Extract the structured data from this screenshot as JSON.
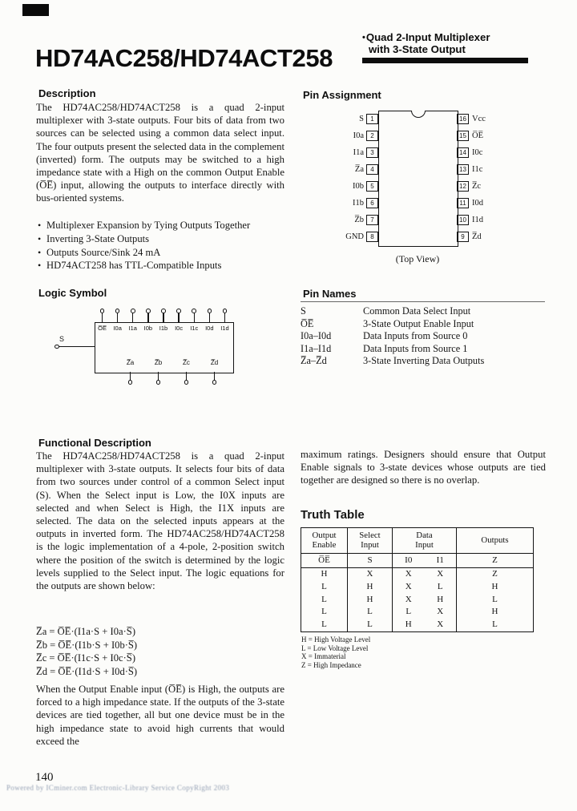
{
  "header": {
    "title": "HD74AC258/HD74ACT258",
    "bullet": "•",
    "subtitle_line1": "Quad 2-Input Multiplexer",
    "subtitle_line2": "with 3-State Output"
  },
  "description": {
    "heading": "Description",
    "body": "The HD74AC258/HD74ACT258 is a quad 2-input multiplexer with 3-state outputs.  Four bits of data from two sources can be selected using a common data select input.  The four outputs present the selected data in the complement (inverted) form.  The outputs may be switched to a high impedance state with a High on the common Output Enable (O̅E̅) input, allowing the outputs to interface directly with bus-oriented systems.",
    "bullets": [
      "Multiplexer Expansion by Tying Outputs Together",
      "Inverting 3-State Outputs",
      "Outputs Source/Sink 24 mA",
      "HD74ACT258 has TTL-Compatible Inputs"
    ]
  },
  "logic_symbol": {
    "heading": "Logic Symbol",
    "select_label": "S",
    "top_pins": [
      "O̅E̅",
      "I0a",
      "I1a",
      "I0b",
      "I1b",
      "I0c",
      "I1c",
      "I0d",
      "I1d"
    ],
    "outputs": [
      "Z̅a",
      "Z̅b",
      "Z̅c",
      "Z̅d"
    ]
  },
  "pin_assignment": {
    "heading": "Pin Assignment",
    "caption": "(Top View)",
    "left_pins": [
      {
        "name": "S",
        "num": "1"
      },
      {
        "name": "I0a",
        "num": "2"
      },
      {
        "name": "I1a",
        "num": "3"
      },
      {
        "name": "Z̅a",
        "num": "4"
      },
      {
        "name": "I0b",
        "num": "5"
      },
      {
        "name": "I1b",
        "num": "6"
      },
      {
        "name": "Z̅b",
        "num": "7"
      },
      {
        "name": "GND",
        "num": "8"
      }
    ],
    "right_pins": [
      {
        "num": "16",
        "name": "Vcc"
      },
      {
        "num": "15",
        "name": "O̅E̅"
      },
      {
        "num": "14",
        "name": "I0c"
      },
      {
        "num": "13",
        "name": "I1c"
      },
      {
        "num": "12",
        "name": "Z̅c"
      },
      {
        "num": "11",
        "name": "I0d"
      },
      {
        "num": "10",
        "name": "I1d"
      },
      {
        "num": "9",
        "name": "Z̅d"
      }
    ]
  },
  "pin_names": {
    "heading": "Pin Names",
    "rows": [
      {
        "name": "S",
        "desc": "Common Data Select Input"
      },
      {
        "name": "O̅E̅",
        "desc": "3-State Output Enable Input"
      },
      {
        "name": "I0a–I0d",
        "desc": "Data Inputs from Source 0"
      },
      {
        "name": "I1a–I1d",
        "desc": "Data Inputs from Source 1"
      },
      {
        "name": "Z̅a–Z̅d",
        "desc": "3-State Inverting Data Outputs"
      }
    ]
  },
  "functional": {
    "heading": "Functional Description",
    "body1": "The HD74AC258/HD74ACT258 is a quad 2-input multiplexer with 3-state outputs.  It selects four bits of data from two sources under control of a common Select input (S).  When the Select input is Low, the I0X inputs are selected and when Select is High, the I1X inputs are selected.  The data on the selected inputs appears at the outputs in inverted form.  The HD74AC258/HD74ACT258 is the logic implementation of a 4-pole, 2-position switch where the position of the switch is determined by the logic levels supplied to the Select input.  The logic equations for the outputs are shown below:",
    "equations": [
      "Z̅a = O̅E̅·(I1a·S + I0a·S̅)",
      "Z̅b = O̅E̅·(I1b·S + I0b·S̅)",
      "Z̅c = O̅E̅·(I1c·S + I0c·S̅)",
      "Z̅d = O̅E̅·(I1d·S + I0d·S̅)"
    ],
    "body2": "When the Output Enable input (O̅E̅) is High, the outputs are forced to a high impedance state.  If the outputs of the 3-state devices are tied together, all but one device must be in the high impedance state to avoid high currents that would exceed the",
    "body3": "maximum ratings.  Designers should ensure that Output Enable signals to 3-state devices whose outputs are tied together are designed so there is no overlap."
  },
  "truth_table": {
    "heading": "Truth Table",
    "groups": {
      "output_enable": "Output\nEnable",
      "select_input": "Select\nInput",
      "data_input": "Data\nInput",
      "outputs": "Outputs"
    },
    "columns": [
      "O̅E̅",
      "S",
      "I0",
      "I1",
      "Z"
    ],
    "rows": [
      [
        "H",
        "X",
        "X",
        "X",
        "Z"
      ],
      [
        "L",
        "H",
        "X",
        "L",
        "H"
      ],
      [
        "L",
        "H",
        "X",
        "H",
        "L"
      ],
      [
        "L",
        "L",
        "L",
        "X",
        "H"
      ],
      [
        "L",
        "L",
        "H",
        "X",
        "L"
      ]
    ],
    "notes": [
      "H = High Voltage Level",
      "L = Low Voltage Level",
      "X = Immaterial",
      "Z = High Impedance"
    ]
  },
  "footer": {
    "page_number": "140",
    "watermark": "Powered by ICminer.com Electronic-Library Service CopyRight 2003"
  }
}
